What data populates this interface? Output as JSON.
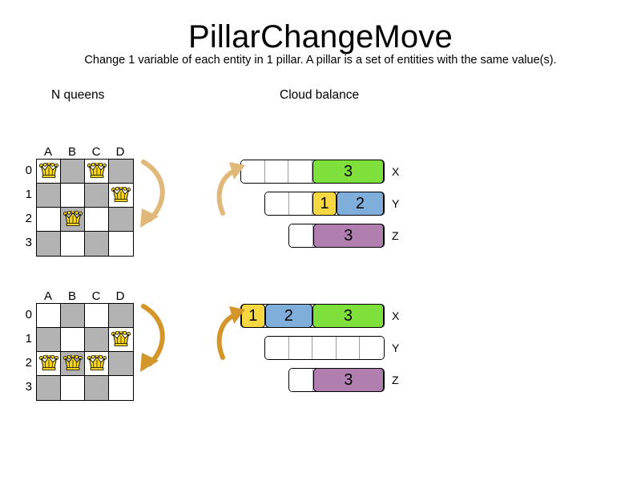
{
  "header": {
    "title": "PillarChangeMove",
    "subtitle": "Change 1 variable of each entity in 1 pillar. A pillar is a set of entities with the same value(s)."
  },
  "sections": {
    "nqueens_label": "N queens",
    "cloud_label": "Cloud balance"
  },
  "colors": {
    "queen_yellow": "#F4D21E",
    "cell_dark": "#B3B3B3",
    "cell_light": "#FFFFFF",
    "block_yellow": "#F7D842",
    "block_blue": "#7FAEDB",
    "block_green": "#7FE03C",
    "block_purple": "#B07FB0",
    "arrow_before": "#E0B87A",
    "arrow_after": "#D4962A"
  },
  "nqueens": {
    "column_labels": [
      "A",
      "B",
      "C",
      "D"
    ],
    "row_labels": [
      "0",
      "1",
      "2",
      "3"
    ],
    "before": {
      "queens": [
        {
          "col": 0,
          "row": 0
        },
        {
          "col": 2,
          "row": 0
        },
        {
          "col": 3,
          "row": 1
        },
        {
          "col": 1,
          "row": 2
        }
      ]
    },
    "after": {
      "queens": [
        {
          "col": 3,
          "row": 1
        },
        {
          "col": 0,
          "row": 2
        },
        {
          "col": 1,
          "row": 2
        },
        {
          "col": 2,
          "row": 2
        }
      ]
    }
  },
  "cloud": {
    "before": [
      {
        "label": "X",
        "empty_cells": 3,
        "blocks": [
          {
            "value": "3",
            "span": 3,
            "color": "#7FE03C"
          }
        ]
      },
      {
        "label": "Y",
        "empty_cells": 2,
        "blocks": [
          {
            "value": "1",
            "span": 1,
            "color": "#F7D842"
          },
          {
            "value": "2",
            "span": 2,
            "color": "#7FAEDB"
          }
        ]
      },
      {
        "label": "Z",
        "empty_cells": 1,
        "blocks": [
          {
            "value": "3",
            "span": 3,
            "color": "#B07FB0"
          }
        ]
      }
    ],
    "after": [
      {
        "label": "X",
        "empty_cells": 0,
        "blocks": [
          {
            "value": "1",
            "span": 1,
            "color": "#F7D842"
          },
          {
            "value": "2",
            "span": 2,
            "color": "#7FAEDB"
          },
          {
            "value": "3",
            "span": 3,
            "color": "#7FE03C"
          }
        ]
      },
      {
        "label": "Y",
        "empty_cells": 5,
        "blocks": []
      },
      {
        "label": "Z",
        "empty_cells": 1,
        "blocks": [
          {
            "value": "3",
            "span": 3,
            "color": "#B07FB0"
          }
        ]
      }
    ]
  },
  "arrows": {
    "nqueens_before": "curved-down-arrow",
    "nqueens_after": "curved-down-arrow",
    "cloud_before": "curved-up-arrow",
    "cloud_after": "curved-up-arrow"
  }
}
